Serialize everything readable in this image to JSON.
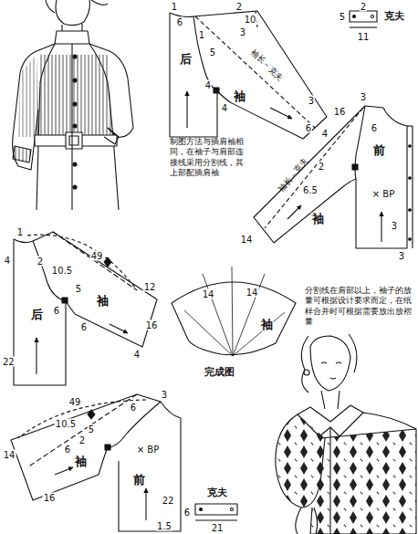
{
  "diagram": {
    "labels": [
      "1",
      "6",
      "1",
      "5",
      "2",
      "10",
      "3",
      "后",
      "4",
      "4",
      "袖长－克夫",
      "袖",
      "3",
      "6",
      "4",
      "5",
      "2",
      "克夫",
      "11",
      "16",
      "3",
      "6",
      "2",
      "6.5",
      "前",
      "× BP",
      "袖长－克夫",
      "袖",
      "14",
      "3",
      "3",
      "制图方法与插肩袖相同，在袖子与肩部连接线采用分割线，其上部配插肩袖",
      "1",
      "4",
      "2",
      "10.5",
      "5",
      "49",
      "6",
      "后",
      "袖",
      "12",
      "16",
      "4",
      "6",
      "22",
      "14",
      "14",
      "袖",
      "完成图",
      "分割线在肩部以上，袖子的放量可根据设计要求而定，在纸样合并时可根据需要放出放褶量",
      "49",
      "10.5",
      "5",
      "2",
      "6",
      "6",
      "3",
      "14",
      "袖",
      "16",
      "× BP",
      "前",
      "22",
      "1.5",
      "克夫",
      "6",
      "21"
    ]
  }
}
